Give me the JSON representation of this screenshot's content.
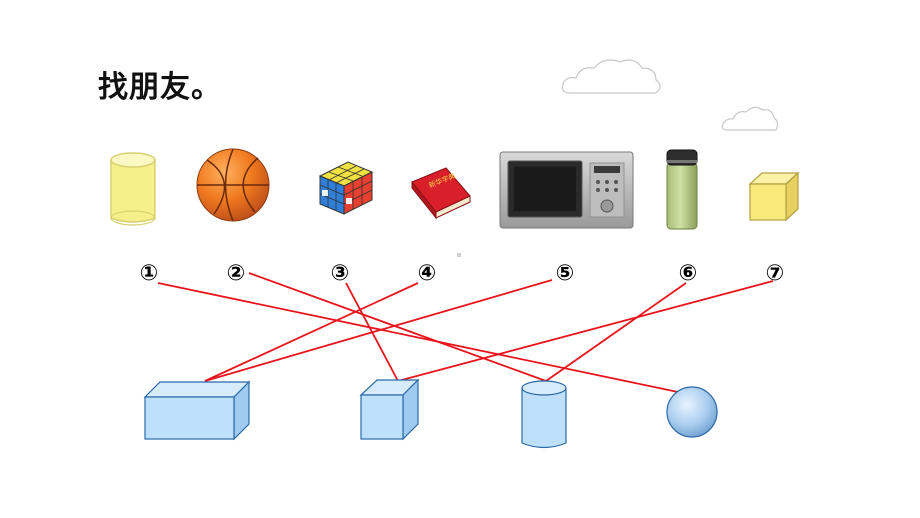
{
  "title": "找朋友。",
  "numbers": [
    "①",
    "②",
    "③",
    "④",
    "⑤",
    "⑥",
    "⑦"
  ],
  "objects": [
    {
      "name": "yellow-cylinder"
    },
    {
      "name": "basketball"
    },
    {
      "name": "rubiks-cube"
    },
    {
      "name": "dictionary-book"
    },
    {
      "name": "microwave-oven"
    },
    {
      "name": "thermos-bottle"
    },
    {
      "name": "yellow-cube"
    }
  ],
  "book_label": "新华字典",
  "shapes": [
    "cuboid",
    "cube",
    "cylinder",
    "sphere"
  ],
  "matches": [
    {
      "number": "①",
      "shape": "sphere"
    },
    {
      "number": "②",
      "shape": "cylinder"
    },
    {
      "number": "③",
      "shape": "cube"
    },
    {
      "number": "④",
      "shape": "cuboid"
    },
    {
      "number": "⑤",
      "shape": "cuboid"
    },
    {
      "number": "⑥",
      "shape": "cylinder"
    },
    {
      "number": "⑦",
      "shape": "cube"
    }
  ],
  "colors": {
    "line": "#e8141c",
    "shape_fill": "#bfe0fb",
    "shape_stroke": "#2a6aa8",
    "title": "#111111"
  }
}
